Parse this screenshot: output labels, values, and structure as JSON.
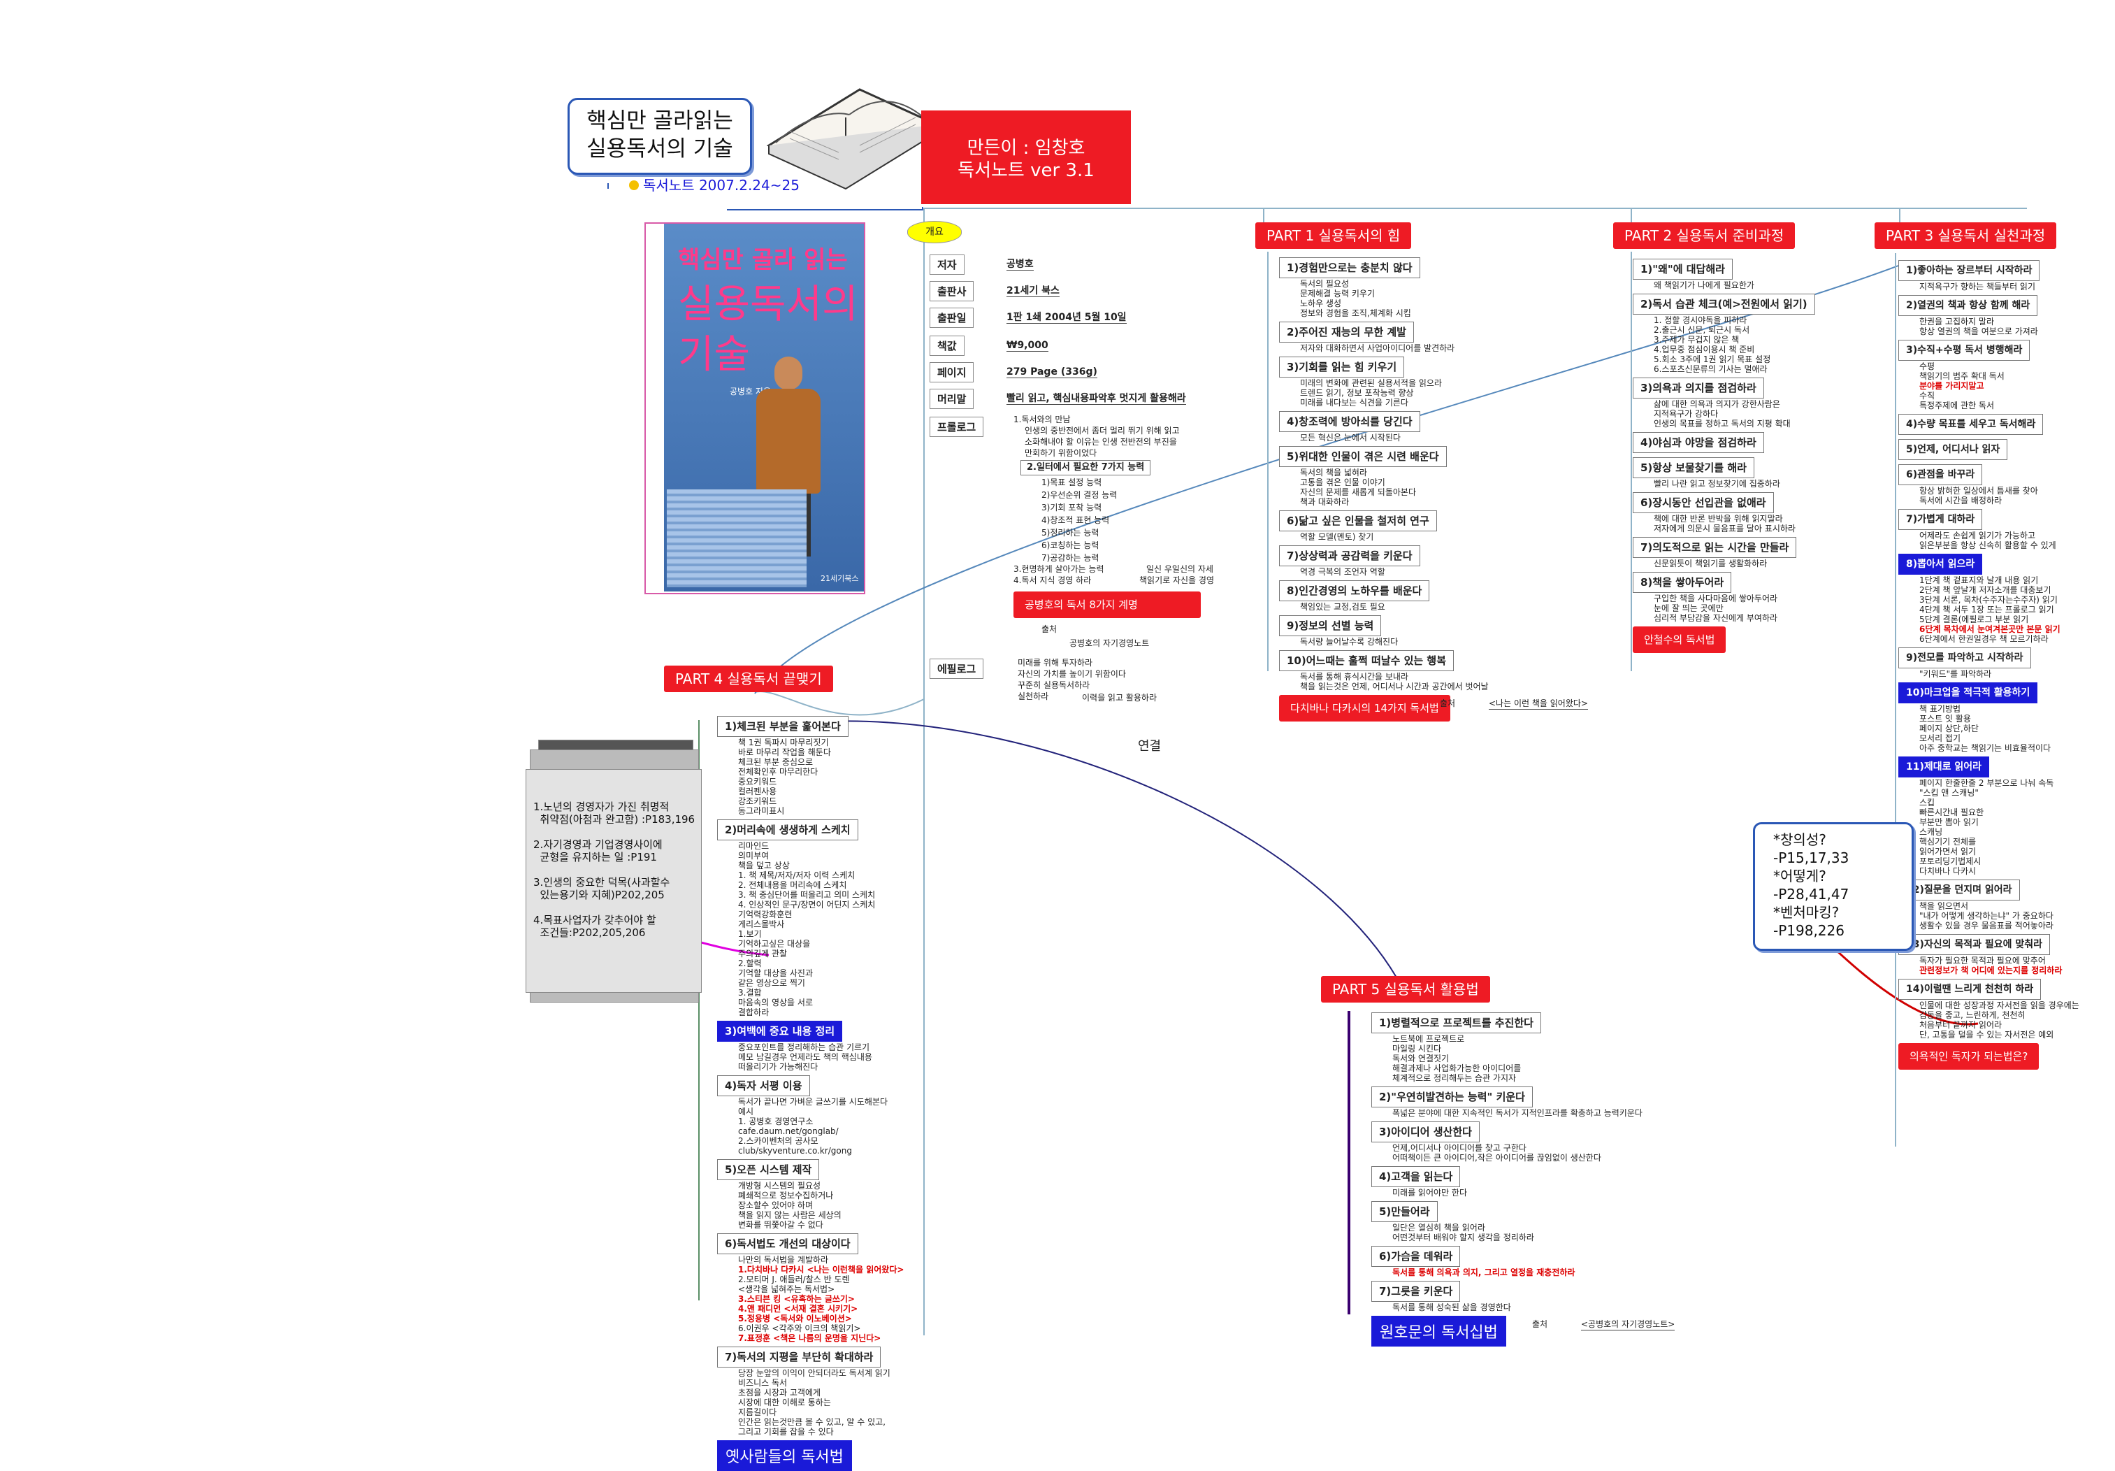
{
  "title": {
    "line1": "핵심만 골라읽는",
    "line2": "실용독서의 기술"
  },
  "reading_note": "독서노트 2007.2.24~25",
  "author_box": {
    "line1": "만든이 : 임창호",
    "line2": "독서노트 ver 3.1"
  },
  "book_cover": {
    "title_a": "핵심만 골라 읽는",
    "title_b": "실용독서의",
    "title_c": "기술",
    "author": "공병호 지음",
    "publisher": "21세기북스"
  },
  "overview": {
    "label": "개요",
    "rows": [
      {
        "k": "저자",
        "v": "공병호"
      },
      {
        "k": "출판사",
        "v": "21세기 북스"
      },
      {
        "k": "출판일",
        "v": "1판 1쇄 2004년 5월 10일"
      },
      {
        "k": "책값",
        "v": "₩9,000"
      },
      {
        "k": "페이지",
        "v": "279 Page (336g)"
      },
      {
        "k": "머리말",
        "v": "빨리 읽고, 핵심내용파악후 멋지게 활용해라"
      },
      {
        "k": "프롤로그",
        "v": ""
      }
    ],
    "prologue": [
      "1.독서와의 만남",
      "인생의 중반전에서 좀더 멀리 뛰기 위해 읽고",
      "소화해내야 할 이유는 인생 전반전의 부진을",
      "만회하기 위함이었다"
    ],
    "habits_title": "2.일터에서 필요한 7가지 능력",
    "habits": [
      "1)목표 설정 능력",
      "2)우선순위 결정 능력",
      "3)기회 포착 능력",
      "4)창조적 표현 능력",
      "5)정리하는 능력",
      "6)코칭하는 능력",
      "7)공감하는 능력"
    ],
    "habit_extra": [
      "3.현명하게 살아가는 능력",
      "일신 우일신의 자세",
      "4.독서 지식 경영 하라",
      "책읽기로 자신을 경영"
    ],
    "eight": "공병호의 독서 8가지 계명",
    "source_label": "출처",
    "source_val": "공병호의 자기경영노트",
    "epilogue_label": "에필로그",
    "epilogue": [
      "미래를 위해 투자하라",
      "자신의 가치를 높이기 위함이다",
      "꾸준히 실용독서하라",
      "실천하라",
      "이력을 읽고 활용하라"
    ]
  },
  "part1": {
    "title": "PART 1 실용독서의 힘",
    "items": [
      {
        "h": "1)경험만으로는 충분치 않다",
        "s": [
          "독서의 필요성",
          "문제해결 능력 키우기",
          "노하우 생성",
          "정보와 경험을 조직,체계화 시킴"
        ]
      },
      {
        "h": "2)주어진 재능의 무한 계발",
        "s": [
          "저자와 대화하면서 사업아이디어를 발견하라"
        ]
      },
      {
        "h": "3)기회를 읽는 힘 키우기",
        "s": [
          "미래의 변화에 관련된 실용서적을 읽으라",
          "트렌드 읽기, 정보 포착능력 향상",
          "미래를 내다보는 식견을 기른다"
        ]
      },
      {
        "h": "4)창조력에 방아쇠를 당긴다",
        "s": [
          "모든 혁신은 눈에서 시작된다"
        ]
      },
      {
        "h": "5)위대한 인물이 겪은 시련 배운다",
        "s": [
          "독서의 책을 넓혀라",
          "고통을 겪은 인물 이야기",
          "자신의 문제를 새롭게 되돌아본다",
          "책과 대화하라"
        ]
      },
      {
        "h": "6)닮고 싶은 인물을 철저히 연구",
        "s": [
          "역할 모델(멘토) 찾기"
        ]
      },
      {
        "h": "7)상상력과 공감력을 키운다",
        "s": [
          "역경 극복의 조언자 역할"
        ]
      },
      {
        "h": "8)인간경영의 노하우를 배운다",
        "s": [
          "책임있는 교정,검토 필요"
        ]
      },
      {
        "h": "9)정보의 선별 능력",
        "s": [
          "독서량 늘어날수록 강해진다"
        ]
      },
      {
        "h": "10)어느때는 훌쩍 떠날수 있는 행복",
        "s": [
          "독서를 통해 휴식시간을 보내라",
          "책을 읽는것은 언제, 어디서나 시간과 공간에서 벗어날"
        ]
      }
    ],
    "tail": "다치바나 다카시의 14가지 독서법",
    "tail_src": "출처",
    "tail_src_val": "<나는 이런 책을 읽어왔다>"
  },
  "part2": {
    "title": "PART 2 실용독서 준비과정",
    "items": [
      {
        "h": "1)\"왜\"에 대답해라",
        "s": [
          "왜 책읽기가 나에게 필요한가"
        ]
      },
      {
        "h": "2)독서 습관 체크(예>전원에서 읽기)",
        "s": [
          "1. 정할 경시야독을 피하라",
          "2.출근시 신문, 퇴근시 독서",
          "3.주제가 무겁지 않은 책",
          "4.업무중 점심이용시 책 준비",
          "5.회소 3주에 1권 읽기 목표 설정",
          "6.스포츠신문류의 기사는 멀애라"
        ]
      },
      {
        "h": "3)의욕과 의지를 점검하라",
        "s": [
          "삶에 대한 의욕과 의지가 강한사람은",
          "지적욕구가 강하다",
          "인생의 목표를 정하고 독서의 지평 확대"
        ]
      },
      {
        "h": "4)야심과 야망을 점검하라",
        "s": []
      },
      {
        "h": "5)항상 보물찾기를 해라",
        "s": [
          "빨리 나란 읽고 정보찾기에 집중하라"
        ]
      },
      {
        "h": "6)장시동안 선입관을 없애라",
        "s": [
          "책에 대한 반론 반박을 위해 읽지말라",
          "저자에게 의문시 물음표를 달아 표시하라"
        ]
      },
      {
        "h": "7)의도적으로 읽는 시간을 만들라",
        "s": [
          "신문읽듯이 책읽기를 생활화하라"
        ]
      },
      {
        "h": "8)책을 쌓아두어라",
        "s": [
          "구입한 책을 사다마음에 쌓아두어라",
          "눈에 잘 띄는 곳에만",
          "심리적 부담감을 자신에게 부여하라"
        ]
      }
    ],
    "tail": "안철수의 독서법"
  },
  "part3": {
    "title": "PART 3 실용독서 실천과정",
    "items": [
      {
        "h": "1)좋아하는 장르부터 시작하라",
        "s": [
          "지적욕구가 향하는 책들부터 읽기"
        ]
      },
      {
        "h": "2)열권의 책과 항상 함께 해라",
        "s": [
          "한권을 고집하지 말라",
          "항상 열권의 책을 여분으로 가져라"
        ]
      },
      {
        "h": "3)수직+수평 독서 병행해라",
        "s": [
          "수평",
          "책읽기의 범주 확대 독서",
          "분야를 가리지말고",
          "수직",
          "특정주제에 관한 독서"
        ]
      },
      {
        "h": "4)수량 목표를 세우고 독서해라",
        "s": []
      },
      {
        "h": "5)언제, 어디서나 읽자",
        "s": []
      },
      {
        "h": "6)관점을 바꾸라",
        "s": [
          "항상 밝혀한 일상에서 틈새를 찾아",
          "독서에 시간을 배정하라"
        ]
      },
      {
        "h": "7)가볍게 대하라",
        "s": [
          "어제라도 손쉽게 읽기가 가능하고",
          "읽은부분을 항상 신속히 활용할 수 있게"
        ]
      },
      {
        "h": "8)뽑아서 읽으라",
        "s": [
          "1단계 책 겉표지와 날개 내용 읽기",
          "2단계 책 앞날개 저자소개를 대충보기",
          "3단계 서론, 목차(수주자는수주자) 읽기",
          "4단계 책 서두 1장 또는 프롤로그 읽기",
          "5단계 결론(에필로그 부분 읽기",
          "6단계 목차에서 눈여겨본곳만 본문 읽기",
          "6단계에서 한권일경우 책 모르기하라"
        ]
      },
      {
        "h": "9)전모를 파악하고 시작하라",
        "s": [
          "\"키워드\"를 파악하라"
        ]
      },
      {
        "h": "10)마크업을 적극적 활용하기",
        "s": [
          "책 표기방법",
          "포스트 잇 활용",
          "페이지 상단,하단",
          "모서리 접기",
          "아주 중학교는 책읽기는 비효율적이다"
        ]
      },
      {
        "h": "11)제대로 읽어라",
        "s": [
          "페이지 한줄한줄 2 부분으로 나눠 속독",
          "\"스킵 앤 스캐닝\"",
          "스킵",
          "빠른시간내 필요한",
          "부분만 뽑아 읽기",
          "스캐닝",
          "핵심기기 전체를",
          "읽어가면서 읽기",
          "포토리딩기법제시",
          "다치바나 다카시"
        ]
      },
      {
        "h": "12)질문을 던지며 읽어라",
        "s": [
          "책을 읽으면서",
          "\"내가 어떻게 생각하는냐\" 가 중요하다",
          "생활수 있을 경우 물음표를 적어놓아라"
        ]
      },
      {
        "h": "13)자신의 목적과 필요에 맞춰라",
        "s": [
          "독자가 필요한 목적과 필요에 맞추어",
          "관련정보가 책 어디에 있는지를 정리하라"
        ]
      },
      {
        "h": "14)이럴땐 느리게 천천히 하라",
        "s": [
          "인물에 대한 성장과정 자서전을 읽을 경우에는",
          "감동을 좋고, 느린하게, 천천히",
          "처음부터 끝까지 읽어라",
          "단, 고통을 덜을 수 있는 자서전은 예외"
        ]
      }
    ],
    "tail": "의욕적인 독자가 되는법은?"
  },
  "bluenote": {
    "lines": [
      "*창의성?",
      "-P15,17,33",
      "*어떻게?",
      "-P28,41,47",
      "*벤처마킹?",
      "-P198,226"
    ]
  },
  "part4": {
    "title": "PART 4 실용독서 끝맺기",
    "items": [
      {
        "h": "1)체크된 부분을 훑어본다",
        "s": [
          "책 1권 독파시 마무리짓기",
          "바로 마무리 작업을 해둔다",
          "체크된 부분 중심으로",
          "전체확인후 마무리한다",
          "중요키워드",
          "컬러펜사용",
          "강조키워드",
          "동그라미표시"
        ]
      },
      {
        "h": "2)머리속에 생생하게 스케치",
        "s": [
          "리마인드",
          "의미부여",
          "책을 덮고 상상",
          "1. 책 제목/저자/저자 이력 스케치",
          "2. 전체내용을 머리속에 스케치",
          "3. 책 중심단어를 떠올리고 의미 스케치",
          "4. 인상적인 문구/장면이 어딘지 스케치",
          "기억력강화훈련",
          "게리스몰박사",
          "1.보기",
          "기억하고싶은 대상을",
          "주의깊게 관찰",
          "2.할력",
          "기억할 대상을 사진과",
          "같은 영상으로 찍기",
          "3.결합",
          "마음속의 영상을 서로",
          "결합하라"
        ]
      },
      {
        "h": "3)여백에 중요 내용 정리",
        "s": [
          "중요포인트를 정리해하는 습관 기르기",
          "메모 남길경우 언제라도 책의 핵심내용",
          "떠올리기가 가능해진다"
        ]
      },
      {
        "h": "4)독자 서평 이용",
        "s": [
          "독서가 끝나면 가벼운 글쓰기를 시도해본다",
          "예시",
          "1. 공병호 경영연구소",
          "cafe.daum.net/gonglab/",
          "2.스카이벤처의 공사모",
          "club/skyventure.co.kr/gong"
        ]
      },
      {
        "h": "5)오픈 시스템 제작",
        "s": [
          "개방형 시스템의 필요성",
          "폐쇄적으로 정보수집하거나",
          "장소할수 있어야 하며",
          "책을 읽지 않는 사람은 세상의",
          "변화를 뛰쫓아갈 수 없다"
        ]
      },
      {
        "h": "6)독서법도 개선의 대상이다",
        "s": [
          "나만의 독서법을 계발하라",
          "1.다치바나 다카시 <나는 이런책을 읽어왔다>",
          "2.모티머 J. 애들러/찰스 반 도렌",
          "<생각을 넓혀주는 독서법>",
          "3.스티븐 킹 <유혹하는 글쓰기>",
          "4.앤 패디먼 <서재 결혼 시키기>",
          "5.정용병 <독서와 이노베이션>",
          "6.이권우 <각주와 이크의 책읽기>",
          "7.표정훈 <책은 나름의 운명을 지닌다>"
        ]
      },
      {
        "h": "7)독서의 지평을 부단히 확대하라",
        "s": [
          "당장 눈앞의 이익이 안되더라도 독서계 읽기",
          "비즈니스 독서",
          "초점을 시장과 고객에게",
          "시장에 대한 이해로 통하는",
          "지름길이다",
          "인간은 읽는것만큼 볼 수 있고, 알 수 있고,",
          "그리고 기회를 잡을 수 있다"
        ]
      }
    ],
    "tail": "옛사람들의 독서법"
  },
  "part5": {
    "title": "PART 5 실용독서 활용법",
    "items": [
      {
        "h": "1)병렬적으로 프로젝트를 추진한다",
        "s": [
          "노트북에 프로젝트로",
          "마일링 시킨다",
          "독서와 연결짓기",
          "해결과제나 사업화가능한 아이디어를",
          "체계적으로 정리해두는 습관 가지자"
        ]
      },
      {
        "h": "2)\"우연히발견하는 능력\" 키운다",
        "s": [
          "폭넓은 분야에 대한 지속적인 독서가 지적인프라를 확충하고 능력키운다"
        ]
      },
      {
        "h": "3)아이디어 생산한다",
        "s": [
          "언제,어디서나 아이디어를 찾고 구한다",
          "어떠책이든 큰 아이디어,작은 아이디어를 끊임없이 생산한다"
        ]
      },
      {
        "h": "4)고객을 읽는다",
        "s": [
          "미래를 읽어야만 한다"
        ]
      },
      {
        "h": "5)만들어라",
        "s": [
          "일단은 열심히 책을 읽어라",
          "어떤것부터 배워야 할지 생각을 정리하라"
        ]
      },
      {
        "h": "6)가슴을 데워라",
        "s": [
          "독서를 통해 의욕과 의지, 그리고 열정을 재충전하라"
        ]
      },
      {
        "h": "7)그릇을 키운다",
        "s": [
          "독서를 통해 성숙된 삶을 경영한다"
        ]
      }
    ],
    "tail": "원호문의 독서십법",
    "tail_src": "출처",
    "tail_src_val": "<공병호의 자기경영노트>"
  },
  "left_card": {
    "lines": [
      "1.노년의 경영자가 가진 취명적",
      "  취약점(아첨과 완고함) :P183,196",
      "",
      "2.자기경영과 기업경영사이에",
      "  균형을 유지하는 일 :P191",
      "",
      "3.인생의 중요한 덕목(사과할수",
      "  있는용기와 지혜)P202,205",
      "",
      "4.목표사업자가 갖추어야 할",
      "  조건들:P202,205,206"
    ]
  },
  "link_label": "연결",
  "colors": {
    "red": "#ee1b24",
    "blue": "#1a1ad8",
    "navy": "#2a57b5",
    "line": "#6688aa"
  }
}
